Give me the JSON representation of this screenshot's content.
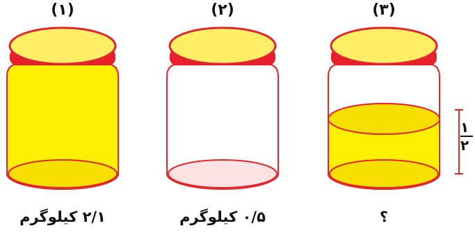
{
  "colors": {
    "fill_yellow": "#FFF000",
    "fill_yellow_dark": "#F7DF00",
    "lid_top": "#FFEE66",
    "lid_band": "#E8202A",
    "outline": "#E0262B",
    "bottom_glass": "#FCE3E3",
    "text": "#111111"
  },
  "jars": [
    {
      "number": "(۱)",
      "caption": "۲/۱ کیلوگرم",
      "fill_level": 1.0
    },
    {
      "number": "(۲)",
      "caption": "۰/۵ کیلوگرم",
      "fill_level": 0.0
    },
    {
      "number": "(۳)",
      "caption": "؟",
      "fill_level": 0.5
    }
  ],
  "fraction": {
    "numerator": "۱",
    "denominator": "۲"
  }
}
